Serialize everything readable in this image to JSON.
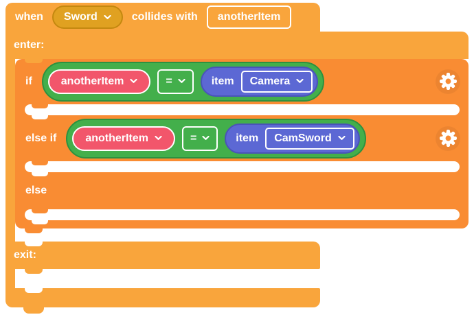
{
  "colors": {
    "event_block_yellow": "#F9A53C",
    "sprite_pill_gold": "#E0A121",
    "logic_block_orange": "#F98C33",
    "comparison_green": "#43AF4B",
    "variable_pink": "#F2566B",
    "item_purple": "#5C68D4",
    "text_white": "#FFFFFF"
  },
  "icons": {
    "gear_icon": "gear",
    "chevron_icon": "chevron-down"
  },
  "when_block": {
    "when_label": "when",
    "sprite_dropdown": "Sword",
    "collides_label": "collides with",
    "other_slot": "anotherItem",
    "enter_label": "enter:",
    "exit_label": "exit:"
  },
  "if_block": {
    "if_label": "if",
    "elseif_label": "else if",
    "else_label": "else",
    "item_label": "item",
    "conditions": [
      {
        "left": "anotherItem",
        "op": "=",
        "right": "Camera"
      },
      {
        "left": "anotherItem",
        "op": "=",
        "right": "CamSword"
      }
    ]
  }
}
